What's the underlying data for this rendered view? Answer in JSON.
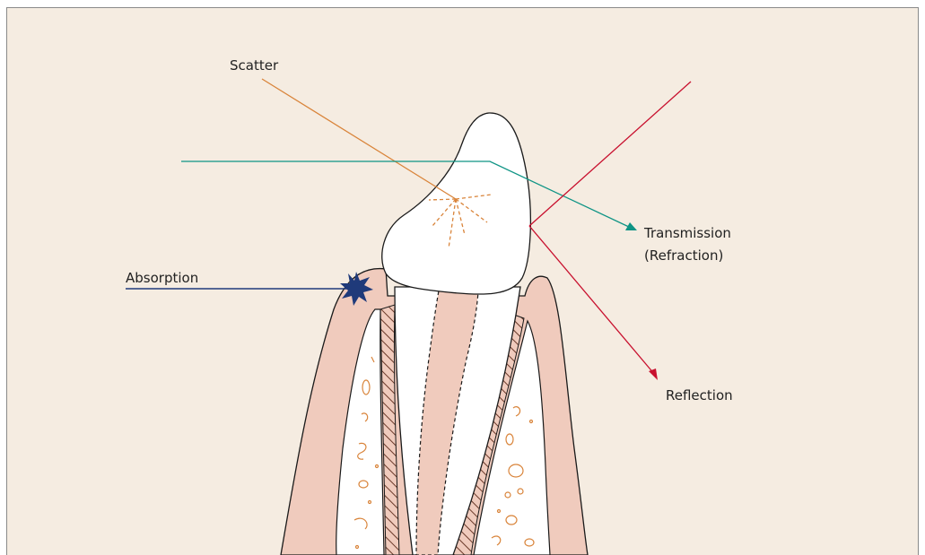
{
  "labels": {
    "scatter": "Scatter",
    "transmission_line1": "Transmission",
    "transmission_line2": "(Refraction)",
    "absorption": "Absorption",
    "reflection": "Reflection"
  },
  "colors": {
    "background": "#f5ece1",
    "gum_bone": "#f0cbbd",
    "enamel": "#ffffff",
    "outline": "#1a1a1a",
    "scatter": "#d9843a",
    "transmission": "#0f9485",
    "absorption": "#1f3a7a",
    "reflection": "#c8102e",
    "trabecular": "#d9843a"
  },
  "icons": {
    "absorption_marker": "starburst-icon",
    "transmission_arrow": "arrowhead-icon",
    "reflection_arrow": "arrowhead-icon"
  }
}
